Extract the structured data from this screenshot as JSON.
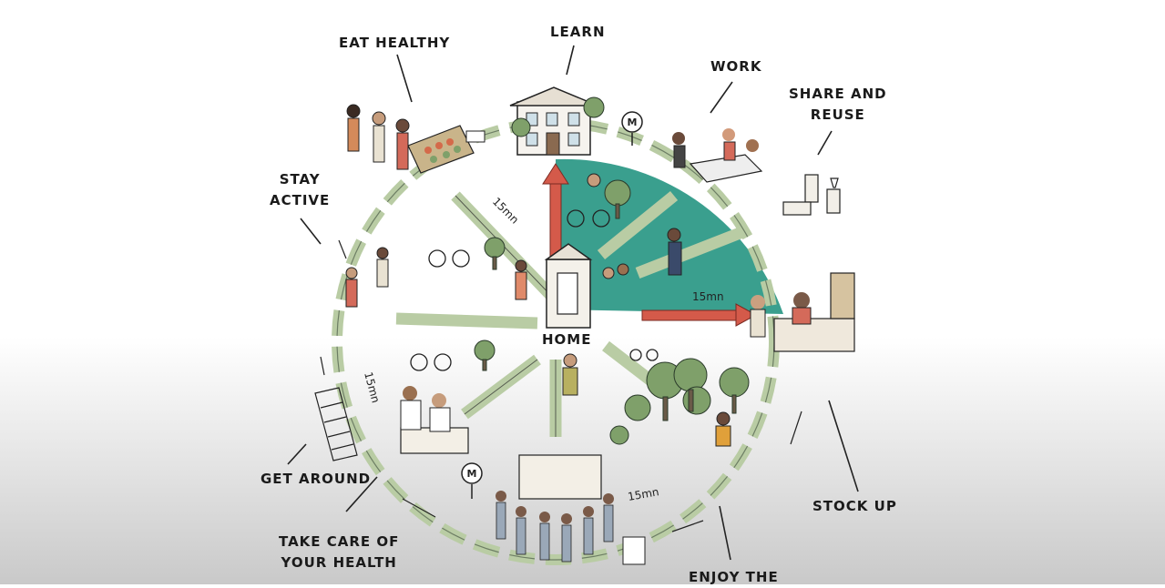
{
  "labels": {
    "learn": "LEARN",
    "eat_healthy": "EAT HEALTHY",
    "work": "WORK",
    "share_reuse": [
      "SHARE AND",
      "REUSE"
    ],
    "stay_active": [
      "STAY",
      "ACTIVE"
    ],
    "home": "HOME",
    "get_around": "GET AROUND",
    "take_care": [
      "TAKE CARE OF",
      "YOUR HEALTH"
    ],
    "stock_up": "STOCK UP",
    "enjoy_the": "ENJOY THE"
  },
  "distance_labels": [
    "15mn",
    "15mn",
    "15mn",
    "15mn"
  ],
  "metro_sign": "M",
  "colors": {
    "quadrant": "#2f9a88",
    "path": "#b9cca4",
    "arrow": "#d45a4a",
    "ink": "#1a1a1a"
  }
}
